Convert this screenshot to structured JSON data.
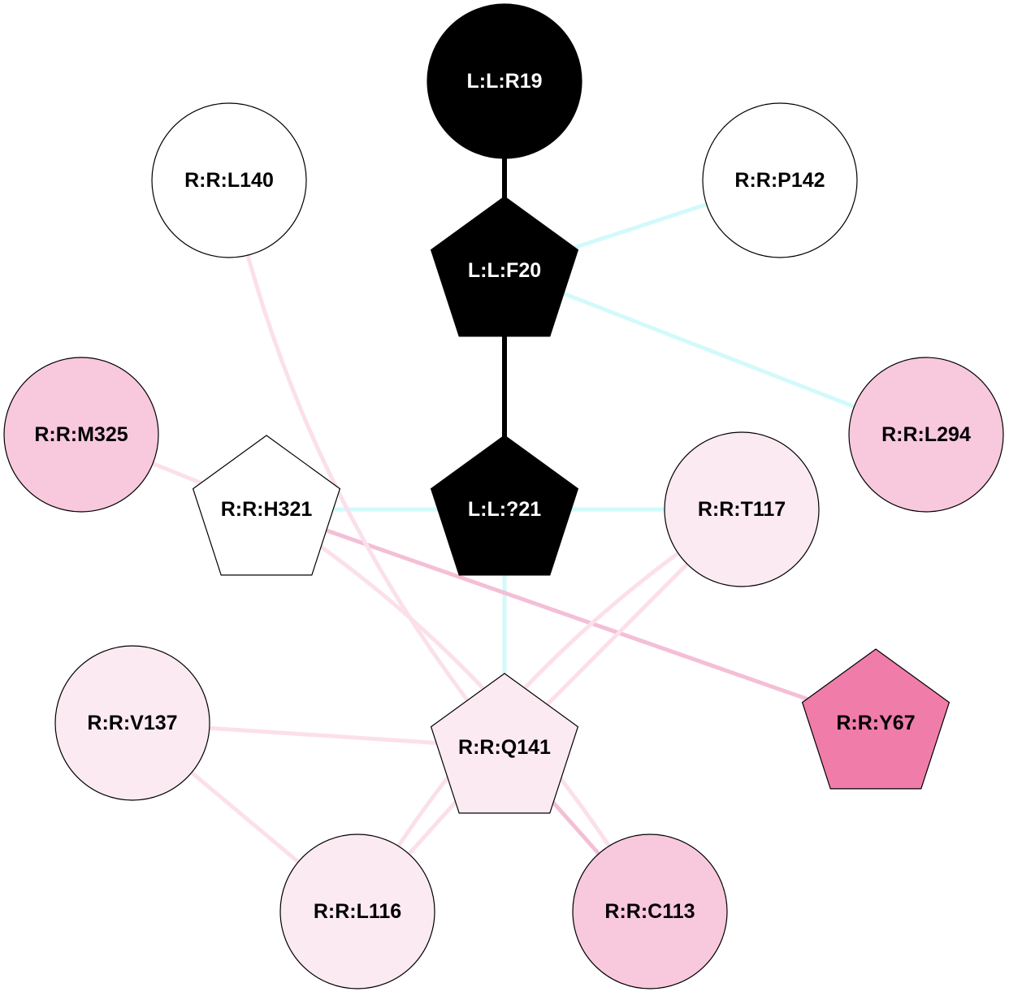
{
  "nodes": [
    {
      "id": "LR19",
      "label": "L:L:R19",
      "shape": "circle",
      "fill": "#000000",
      "text_color": "#ffffff"
    },
    {
      "id": "LF20",
      "label": "L:L:F20",
      "shape": "pentagon",
      "fill": "#000000",
      "text_color": "#ffffff"
    },
    {
      "id": "L21",
      "label": "L:L:?21",
      "shape": "pentagon",
      "fill": "#000000",
      "text_color": "#ffffff"
    },
    {
      "id": "RL140",
      "label": "R:R:L140",
      "shape": "circle",
      "fill": "#ffffff",
      "text_color": "#000000"
    },
    {
      "id": "RP142",
      "label": "R:R:P142",
      "shape": "circle",
      "fill": "#ffffff",
      "text_color": "#000000"
    },
    {
      "id": "RM325",
      "label": "R:R:M325",
      "shape": "circle",
      "fill": "#f8c8dc",
      "text_color": "#000000"
    },
    {
      "id": "RL294",
      "label": "R:R:L294",
      "shape": "circle",
      "fill": "#f8c8dc",
      "text_color": "#000000"
    },
    {
      "id": "RH321",
      "label": "R:R:H321",
      "shape": "pentagon",
      "fill": "#ffffff",
      "text_color": "#000000"
    },
    {
      "id": "RT117",
      "label": "R:R:T117",
      "shape": "circle",
      "fill": "#fbeaf1",
      "text_color": "#000000"
    },
    {
      "id": "RV137",
      "label": "R:R:V137",
      "shape": "circle",
      "fill": "#fbeaf1",
      "text_color": "#000000"
    },
    {
      "id": "RQ141",
      "label": "R:R:Q141",
      "shape": "pentagon",
      "fill": "#fbeaf1",
      "text_color": "#000000"
    },
    {
      "id": "RY67",
      "label": "R:R:Y67",
      "shape": "pentagon",
      "fill": "#f07caa",
      "text_color": "#000000"
    },
    {
      "id": "RL116",
      "label": "R:R:L116",
      "shape": "circle",
      "fill": "#fbeaf1",
      "text_color": "#000000"
    },
    {
      "id": "RC113",
      "label": "R:R:C113",
      "shape": "circle",
      "fill": "#f8c8dc",
      "text_color": "#000000"
    }
  ],
  "edges": [
    {
      "source": "LR19",
      "target": "LF20",
      "color": "#000000",
      "style": "straight"
    },
    {
      "source": "LF20",
      "target": "L21",
      "color": "#000000",
      "style": "straight"
    },
    {
      "source": "LF20",
      "target": "RP142",
      "color": "#d2fafa",
      "style": "straight"
    },
    {
      "source": "LF20",
      "target": "RL294",
      "color": "#d2fafa",
      "style": "straight"
    },
    {
      "source": "L21",
      "target": "RH321",
      "color": "#d2fafa",
      "style": "straight"
    },
    {
      "source": "L21",
      "target": "RT117",
      "color": "#d2fafa",
      "style": "straight"
    },
    {
      "source": "L21",
      "target": "RQ141",
      "color": "#d2fafa",
      "style": "straight"
    },
    {
      "source": "RM325",
      "target": "RH321",
      "color": "#fbe0ea",
      "style": "straight"
    },
    {
      "source": "RH321",
      "target": "RY67",
      "color": "#f4bfd6",
      "style": "straight"
    },
    {
      "source": "RL140",
      "target": "RQ141",
      "color": "#fbe0ea",
      "style": "curve-right"
    },
    {
      "source": "RT117",
      "target": "RQ141",
      "color": "#fbe0ea",
      "style": "straight"
    },
    {
      "source": "RT117",
      "target": "RL116",
      "color": "#fbe0ea",
      "style": "curve-right"
    },
    {
      "source": "RH321",
      "target": "RC113",
      "color": "#fbe0ea",
      "style": "curve-left"
    },
    {
      "source": "RV137",
      "target": "RQ141",
      "color": "#fbe0ea",
      "style": "straight"
    },
    {
      "source": "RV137",
      "target": "RL116",
      "color": "#fbe0ea",
      "style": "straight"
    },
    {
      "source": "RQ141",
      "target": "RL116",
      "color": "#fbe0ea",
      "style": "straight"
    },
    {
      "source": "RQ141",
      "target": "RC113",
      "color": "#f4bfd6",
      "style": "straight"
    }
  ]
}
